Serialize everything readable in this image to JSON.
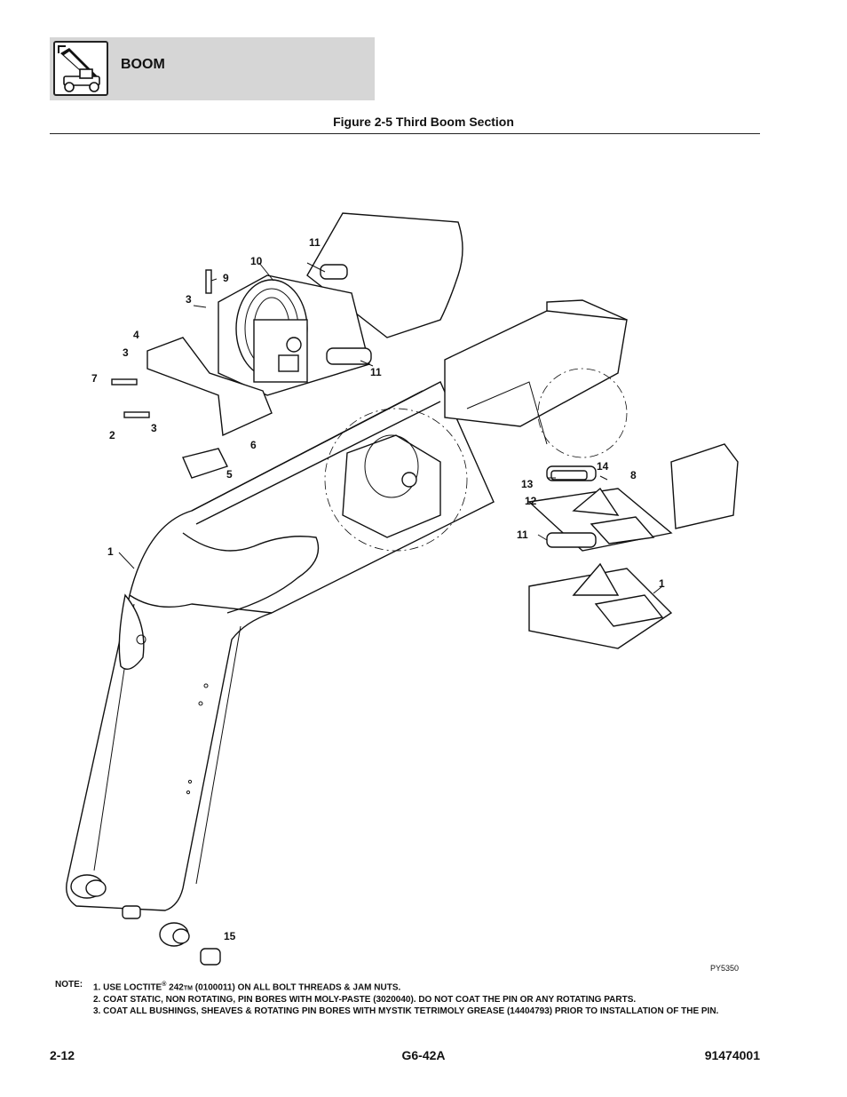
{
  "header": {
    "section_title": "BOOM",
    "icon": "telehandler-boom-icon"
  },
  "figure": {
    "title": "Figure 2-5 Third Boom Section",
    "drawing_id": "PY5350",
    "callouts": {
      "c1a": "1",
      "c1b": "1",
      "c2": "2",
      "c3a": "3",
      "c3b": "3",
      "c3c": "3",
      "c4": "4",
      "c5": "5",
      "c6": "6",
      "c7": "7",
      "c8": "8",
      "c9": "9",
      "c10": "10",
      "c11a": "11",
      "c11b": "11",
      "c11c": "11",
      "c12": "12",
      "c13": "13",
      "c14": "14",
      "c15": "15"
    }
  },
  "notes": {
    "label": "NOTE:",
    "note1_prefix": "1. USE LOCTITE",
    "note1_reg": "®",
    "note1_mid": " 242",
    "note1_tm": "TM",
    "note1_suffix": " (0100011) ON ALL BOLT THREADS & JAM NUTS.",
    "note2": "2. COAT STATIC, NON ROTATING, PIN BORES WITH MOLY-PASTE (3020040). DO NOT COAT THE PIN OR ANY ROTATING PARTS.",
    "note3": "3. COAT ALL BUSHINGS, SHEAVES & ROTATING PIN BORES WITH MYSTIK TETRIMOLY GREASE (14404793) PRIOR TO INSTALLATION OF THE PIN."
  },
  "footer": {
    "page_number": "2-12",
    "model": "G6-42A",
    "doc_number": "91474001"
  }
}
